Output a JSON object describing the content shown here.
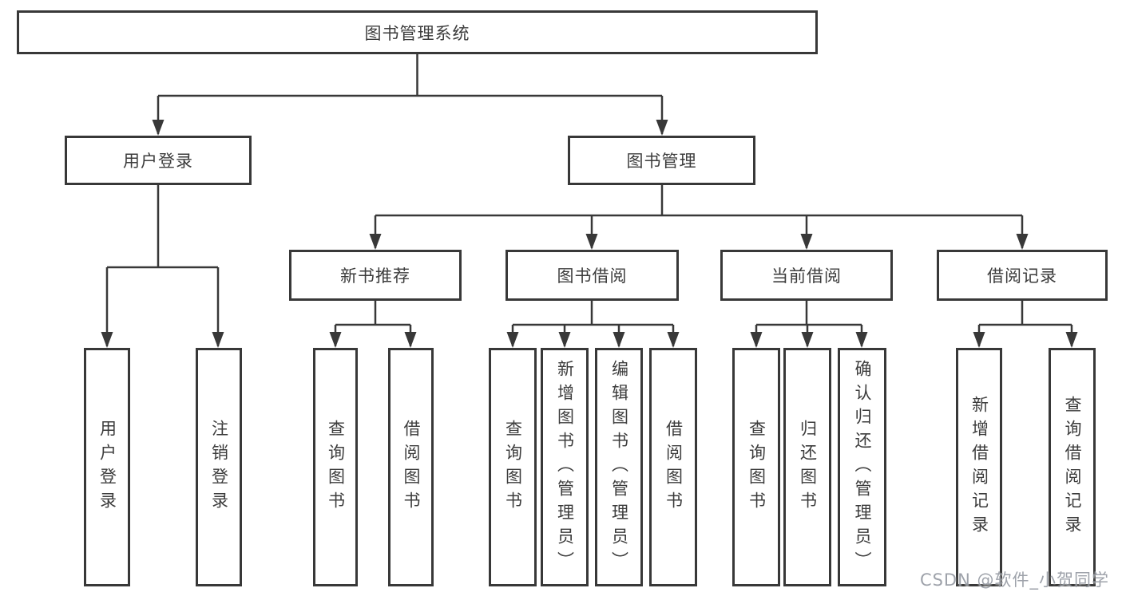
{
  "colors": {
    "line": "#383838",
    "box_border": "#383838",
    "text": "#3c3c3c",
    "background": "#ffffff",
    "watermark": "#969ba3"
  },
  "watermark": {
    "text": "CSDN @软件_小贺同学"
  },
  "tree": {
    "root": {
      "label": "图书管理系统"
    },
    "branches": [
      {
        "label": "用户登录",
        "children": [
          {
            "label": "用户登录"
          },
          {
            "label": "注销登录"
          }
        ]
      },
      {
        "label": "图书管理",
        "children": [
          {
            "label": "新书推荐",
            "children": [
              {
                "label": "查询图书"
              },
              {
                "label": "借阅图书"
              }
            ]
          },
          {
            "label": "图书借阅",
            "children": [
              {
                "label": "查询图书"
              },
              {
                "label": "新增图书（管理员）"
              },
              {
                "label": "编辑图书（管理员）"
              },
              {
                "label": "借阅图书"
              }
            ]
          },
          {
            "label": "当前借阅",
            "children": [
              {
                "label": "查询图书"
              },
              {
                "label": "归还图书"
              },
              {
                "label": "确认归还（管理员）"
              }
            ]
          },
          {
            "label": "借阅记录",
            "children": [
              {
                "label": "新增借阅记录"
              },
              {
                "label": "查询借阅记录"
              }
            ]
          }
        ]
      }
    ]
  }
}
